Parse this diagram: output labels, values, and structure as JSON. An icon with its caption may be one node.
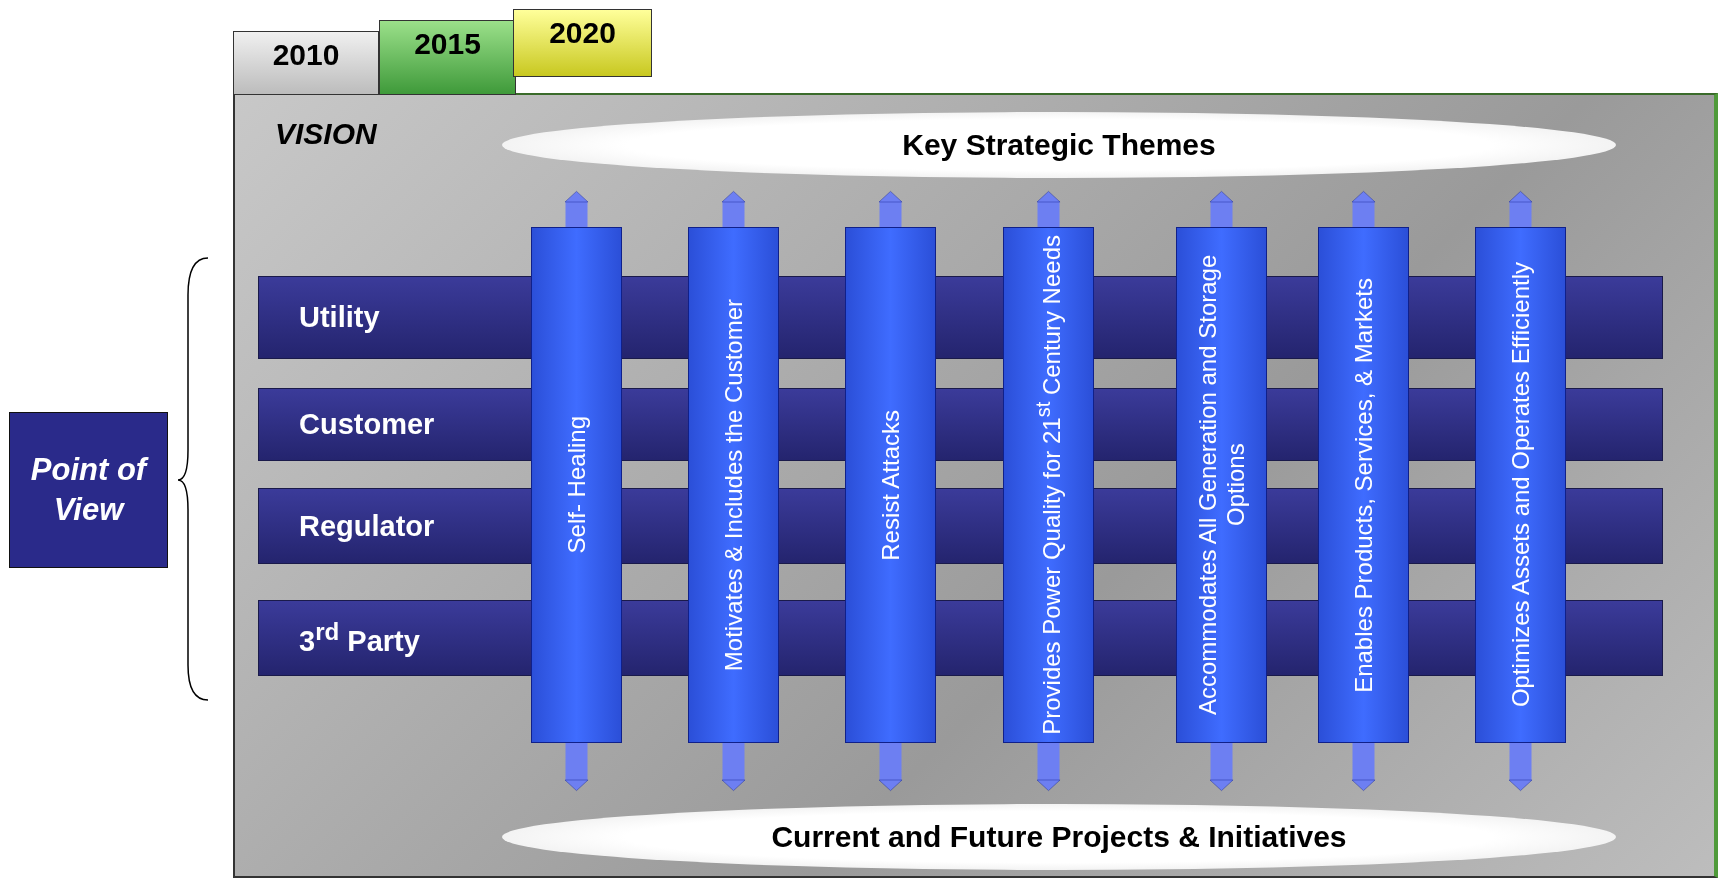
{
  "diagram": {
    "nodes": [
      {
        "text": [
          "2010"
        ]
      },
      {
        "text": [
          "2015"
        ]
      },
      {
        "text": [
          "2020"
        ]
      },
      {
        "text": [
          "VISION"
        ]
      },
      {
        "text": [
          "Key Strategic Themes"
        ],
        "in": 3
      },
      {
        "text": [
          "Utility"
        ],
        "in": 3
      },
      {
        "text": [
          "Customer"
        ],
        "in": 3
      },
      {
        "text": [
          "Regulator"
        ],
        "in": 3
      },
      {
        "text": [
          "3$^{rd}$ Party"
        ],
        "in": 3
      },
      {
        "text": [
          "Self- Healing"
        ],
        "in": 3
      },
      {
        "text": [
          "Motivates & Includes the Customer"
        ],
        "in": 3
      },
      {
        "text": [
          "Resist Attacks"
        ],
        "in": 3
      },
      {
        "text": [
          "Provides Power Quality for 21$^{st}$ Century Needs"
        ],
        "in": 3
      },
      {
        "text": [
          "Accommodates All Generation and Storage Options"
        ],
        "in": 3
      },
      {
        "text": [
          "Enables Products, Services, & Markets"
        ],
        "in": 3
      },
      {
        "text": [
          "Optimizes Assets and Operates Efficiently"
        ],
        "in": 3
      },
      {
        "text": [
          "Current and Future Projects & Initiatives"
        ],
        "in": 3
      },
      {
        "text": [
          "Point of View"
        ]
      }
    ],
    "edges": [
      {
        "from": 9,
        "to": 4,
        "arrow": "to"
      },
      {
        "from": 9,
        "to": 16,
        "arrow": "to"
      },
      {
        "from": 10,
        "to": 4,
        "arrow": "to"
      },
      {
        "from": 10,
        "to": 16,
        "arrow": "to"
      },
      {
        "from": 11,
        "to": 4,
        "arrow": "to"
      },
      {
        "from": 11,
        "to": 16,
        "arrow": "to"
      },
      {
        "from": 12,
        "to": 4,
        "arrow": "to"
      },
      {
        "from": 12,
        "to": 16,
        "arrow": "to"
      },
      {
        "from": 13,
        "to": 4,
        "arrow": "to"
      },
      {
        "from": 13,
        "to": 16,
        "arrow": "to"
      },
      {
        "from": 14,
        "to": 4,
        "arrow": "to"
      },
      {
        "from": 14,
        "to": 16,
        "arrow": "to"
      },
      {
        "from": 15,
        "to": 4,
        "arrow": "to"
      },
      {
        "from": 15,
        "to": 16,
        "arrow": "to"
      }
    ]
  }
}
